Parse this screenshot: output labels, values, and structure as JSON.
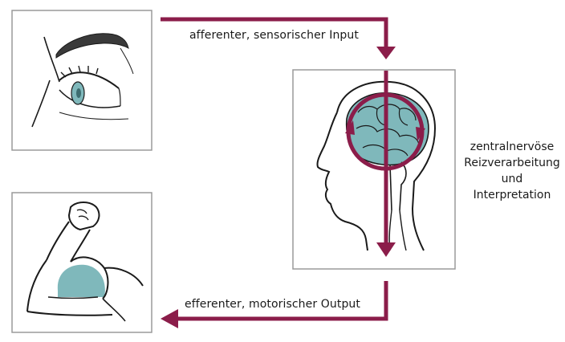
{
  "diagram": {
    "labels": {
      "afferent": "afferenter, sensorischer Input",
      "efferent": "efferenter, motorischer Output",
      "central": [
        "zentralnervöse",
        "Reizverarbeitung",
        "und",
        "Interpretation"
      ]
    },
    "icons": {
      "eye": "eye-icon",
      "brain": "head-brain-icon",
      "arm": "flexed-arm-icon"
    },
    "colors": {
      "arrow": "#8b1d4a",
      "brain_fill": "#7fb8bb",
      "frame": "#9a9a9a",
      "line": "#1a1a1a"
    }
  }
}
